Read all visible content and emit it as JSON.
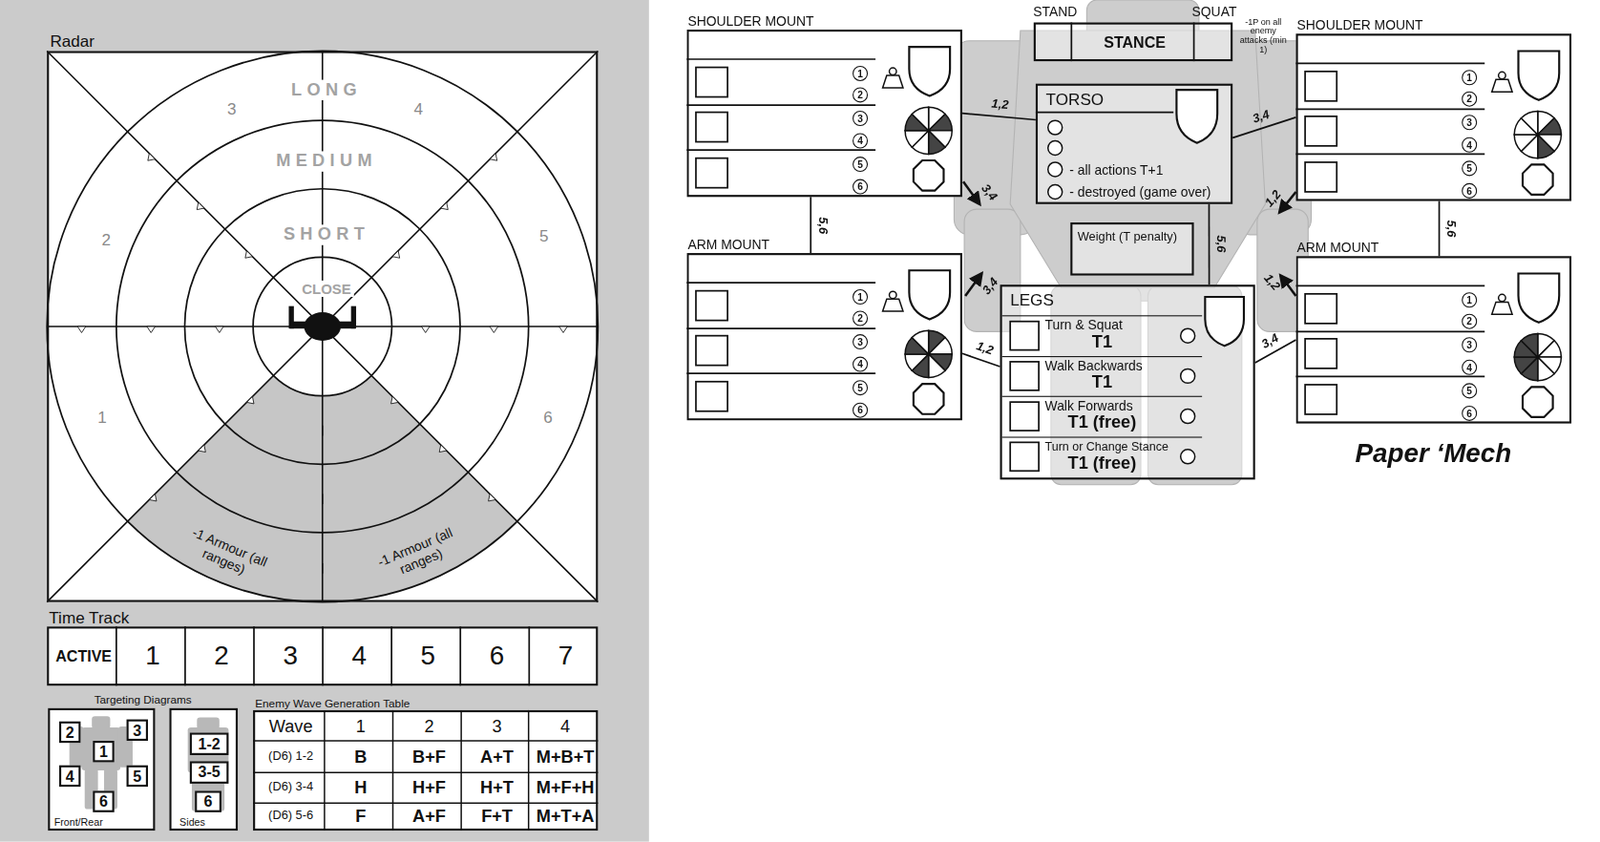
{
  "diagram": {
    "title": "Paper ‘Mech",
    "nodes": [
      {
        "text": [
          "Radar",
          "LONG",
          "MEDIUM",
          "SHORT",
          "CLOSE",
          "3",
          "4",
          "2",
          "5",
          "1",
          "6",
          "-1 Armour (all ranges)",
          "-1 Armour (all ranges)"
        ]
      },
      {
        "text": [
          "Time Track",
          "ACTIVE",
          "1",
          "2",
          "3",
          "4",
          "5",
          "6",
          "7"
        ]
      },
      {
        "text": [
          "Front/Rear"
        ]
      },
      {
        "text": [
          "2"
        ],
        "in": 2
      },
      {
        "text": [
          "3"
        ],
        "in": 2
      },
      {
        "text": [
          "1"
        ],
        "in": 2
      },
      {
        "text": [
          "4"
        ],
        "in": 2
      },
      {
        "text": [
          "5"
        ],
        "in": 2
      },
      {
        "text": [
          "6"
        ],
        "in": 2
      },
      {
        "text": [
          "Sides"
        ]
      },
      {
        "text": [
          "1-2"
        ],
        "in": 9
      },
      {
        "text": [
          "3-5"
        ],
        "in": 9
      },
      {
        "text": [
          "6"
        ],
        "in": 9
      },
      {
        "text": [
          "Enemy Wave Generation Table",
          "Wave",
          "1",
          "2",
          "3",
          "4",
          "(D6) 1-2",
          "B",
          "B+F",
          "A+T",
          "M+B+T",
          "(D6) 3-4",
          "H",
          "H+F",
          "H+T",
          "M+F+H",
          "(D6) 5-6",
          "F",
          "A+F",
          "F+T",
          "M+T+A"
        ]
      },
      {
        "text": [
          "SHOULDER MOUNT",
          "1",
          "2",
          "3",
          "4",
          "5",
          "6"
        ]
      },
      {
        "text": [
          "STAND",
          "STANCE",
          "SQUAT"
        ]
      },
      {
        "text": [
          "SHOULDER MOUNT",
          "1",
          "2",
          "3",
          "4",
          "5",
          "6"
        ]
      },
      {
        "text": [
          "TORSO",
          "- all actions T+1",
          "- destroyed (game over)"
        ]
      },
      {
        "text": [
          "ARM MOUNT",
          "1",
          "2",
          "3",
          "4",
          "5",
          "6"
        ]
      },
      {
        "text": [
          "Weight (T penalty)"
        ]
      },
      {
        "text": [
          "ARM MOUNT",
          "1",
          "2",
          "3",
          "4",
          "5",
          "6"
        ]
      },
      {
        "text": [
          "LEGS"
        ]
      },
      {
        "text": [
          "Turn & Squat",
          "T1"
        ],
        "in": 21
      },
      {
        "text": [
          "Walk Backwards",
          "T1"
        ],
        "in": 21
      },
      {
        "text": [
          "Walk Forwards",
          "T1 (free)"
        ],
        "in": 21
      },
      {
        "text": [
          "Turn or Change Stance",
          "T1 (free)"
        ],
        "in": 21
      }
    ],
    "edges": [
      {
        "from": 14,
        "to": 17,
        "label": "1,2",
        "arrow": "none"
      },
      {
        "from": 17,
        "to": 16,
        "label": "3,4",
        "arrow": "none"
      },
      {
        "from": 14,
        "to": 18,
        "label": "5,6",
        "arrow": "none"
      },
      {
        "from": 16,
        "to": 20,
        "label": "5,6",
        "arrow": "none"
      },
      {
        "from": 17,
        "to": 21,
        "label": "5,6",
        "arrow": "none"
      },
      {
        "from": 18,
        "to": 21,
        "label": "1,2",
        "arrow": "none"
      },
      {
        "from": 21,
        "to": 20,
        "label": "3,4",
        "arrow": "none"
      }
    ],
    "labels": [
      "Targeting Diagrams",
      "-1P on all enemy attacks (min 1)",
      "3,4",
      "3,4",
      "1,2",
      "1,2"
    ]
  }
}
